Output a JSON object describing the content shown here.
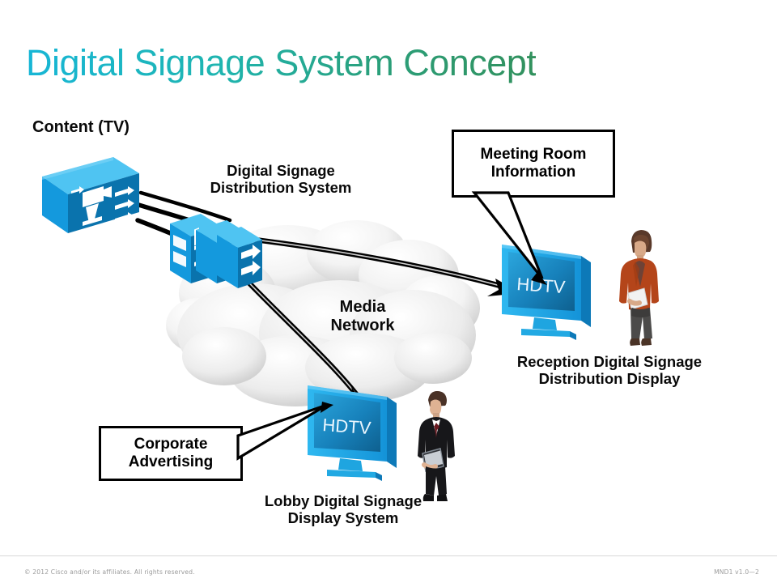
{
  "slide": {
    "title": "Digital Signage System Concept",
    "background_color": "#ffffff",
    "title_gradient_start": "#17b6d6",
    "title_gradient_end": "#32915d"
  },
  "labels": {
    "content_tv": "Content (TV)",
    "distribution_system": "Digital Signage\nDistribution System",
    "media_network": "Media\nNetwork",
    "reception_display": "Reception Digital Signage\nDistribution Display",
    "lobby_display": "Lobby Digital Signage\nDisplay System"
  },
  "callouts": {
    "meeting_room": "Meeting Room\nInformation",
    "corporate_advertising": "Corporate\nAdvertising"
  },
  "displays": {
    "reception_screen_text": "HDTV",
    "lobby_screen_text": "HDTV",
    "bezel_color": "#1ba8e8",
    "screen_color": "#1277ae"
  },
  "icons": {
    "content_server": "video-content-server-icon",
    "distribution_stack": "digital-media-distribution-icon",
    "cloud": "network-cloud-icon",
    "reception_tv": "hdtv-display-icon",
    "lobby_tv": "hdtv-display-icon",
    "woman": "person-woman-figure",
    "man": "person-man-figure",
    "flow_arrow_reception": "curved-flow-arrow",
    "flow_arrow_lobby": "curved-flow-arrow"
  },
  "footer": {
    "copyright": "© 2012 Cisco and/or its affiliates. All rights reserved.",
    "doc_code": "MND1 v1.0—2"
  }
}
